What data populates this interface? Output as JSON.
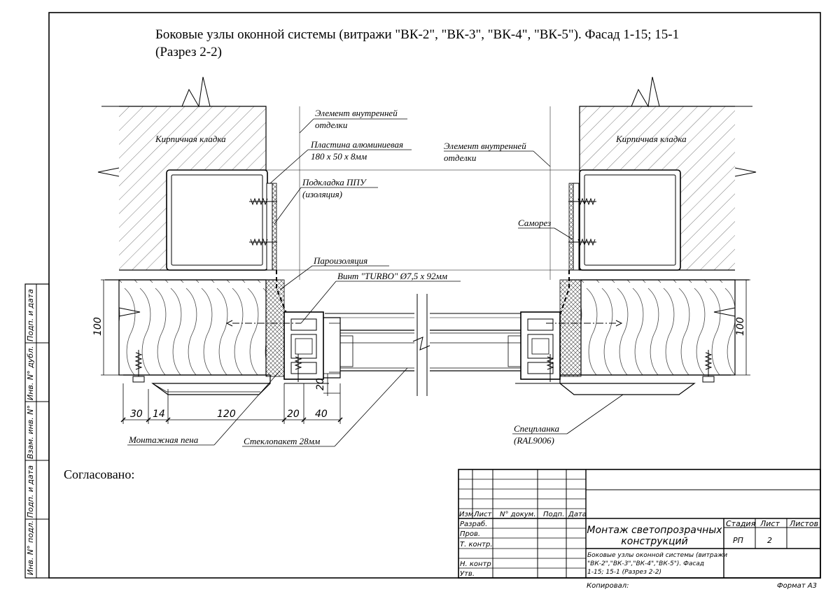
{
  "title": {
    "line1": "Боковые узлы оконной системы (витражи \"ВК-2\", \"ВК-3\", \"ВК-4\", \"ВК-5\"). Фасад 1-15; 15-1",
    "line2": "(Разрез 2-2)"
  },
  "labels": {
    "brick_left": "Кирпичная кладка",
    "brick_right": "Кирпичная кладка",
    "inner_finish_1a": "Элемент внутренней",
    "inner_finish_1b": "отделки",
    "inner_finish_2a": "Элемент внутренней",
    "inner_finish_2b": "отделки",
    "al_plate_a": "Пластина алюминиевая",
    "al_plate_b": "180 х 50 х 8мм",
    "ppu_a": "Подкладка ППУ",
    "ppu_b": "(изоляция)",
    "screw": "Саморез",
    "vapor": "Пароизоляция",
    "turbo": "Винт \"TURBO\" Ø7,5 х 92мм",
    "foam": "Монтажная пена",
    "glass": "Стеклопакет 28мм",
    "strip_a": "Спецпланка",
    "strip_b": "(RAL9006)"
  },
  "dimensions": {
    "d30": "30",
    "d14": "14",
    "d120": "120",
    "d20a": "20",
    "d40": "40",
    "d20b": "20",
    "d100_left": "100",
    "d100_right": "100"
  },
  "agreed": "Согласовано:",
  "side_stamp": [
    "Подп. и дата",
    "Инв. N° дубл.",
    "Взам. инв. N°",
    "Подп. и дата",
    "Инв. N° подл."
  ],
  "title_block": {
    "cols": [
      "Изм.",
      "Лист",
      "N° докум.",
      "Подп.",
      "Дата"
    ],
    "roles": [
      "Разраб.",
      "Пров.",
      "Т. контр.",
      "Н. контр",
      "Утв."
    ],
    "project_a": "Монтаж светопрозрачных",
    "project_b": "конструкций",
    "stage_h": "Стадия",
    "sheet_h": "Лист",
    "sheets_h": "Листов",
    "stage": "РП",
    "sheet": "2",
    "desc": [
      "Боковые узлы оконной системы (витражи",
      "\"ВК-2\",\"ВК-3\",\"ВК-4\",\"ВК-5\"). Фасад",
      "1-15; 15-1 (Разрез 2-2)"
    ],
    "copied": "Копировал:",
    "format": "Формат А3"
  }
}
